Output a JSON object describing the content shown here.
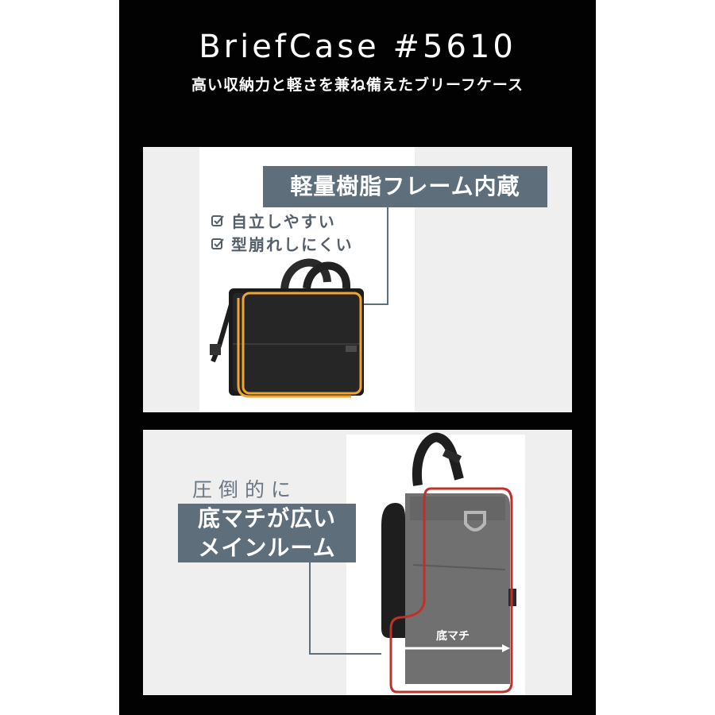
{
  "header": {
    "title": "BriefCase #5610",
    "subtitle": "高い収納力と軽さを兼ね備えたブリーフケース"
  },
  "frame_section": {
    "label": "軽量樹脂フレーム内蔵",
    "features": [
      "自立しやすい",
      "型崩れしにくい"
    ]
  },
  "gusset_section": {
    "lead": "圧倒的に",
    "label_line1": "底マチが広い",
    "label_line2": "メインルーム",
    "gusset_tag": "底マチ"
  },
  "colors": {
    "background": "#020202",
    "label_box": "#5f6e7b",
    "frame_outline": "#f0a530",
    "gusset_outline": "#c0302b"
  },
  "icons": [
    "check-square-icon",
    "d-ring-icon"
  ]
}
